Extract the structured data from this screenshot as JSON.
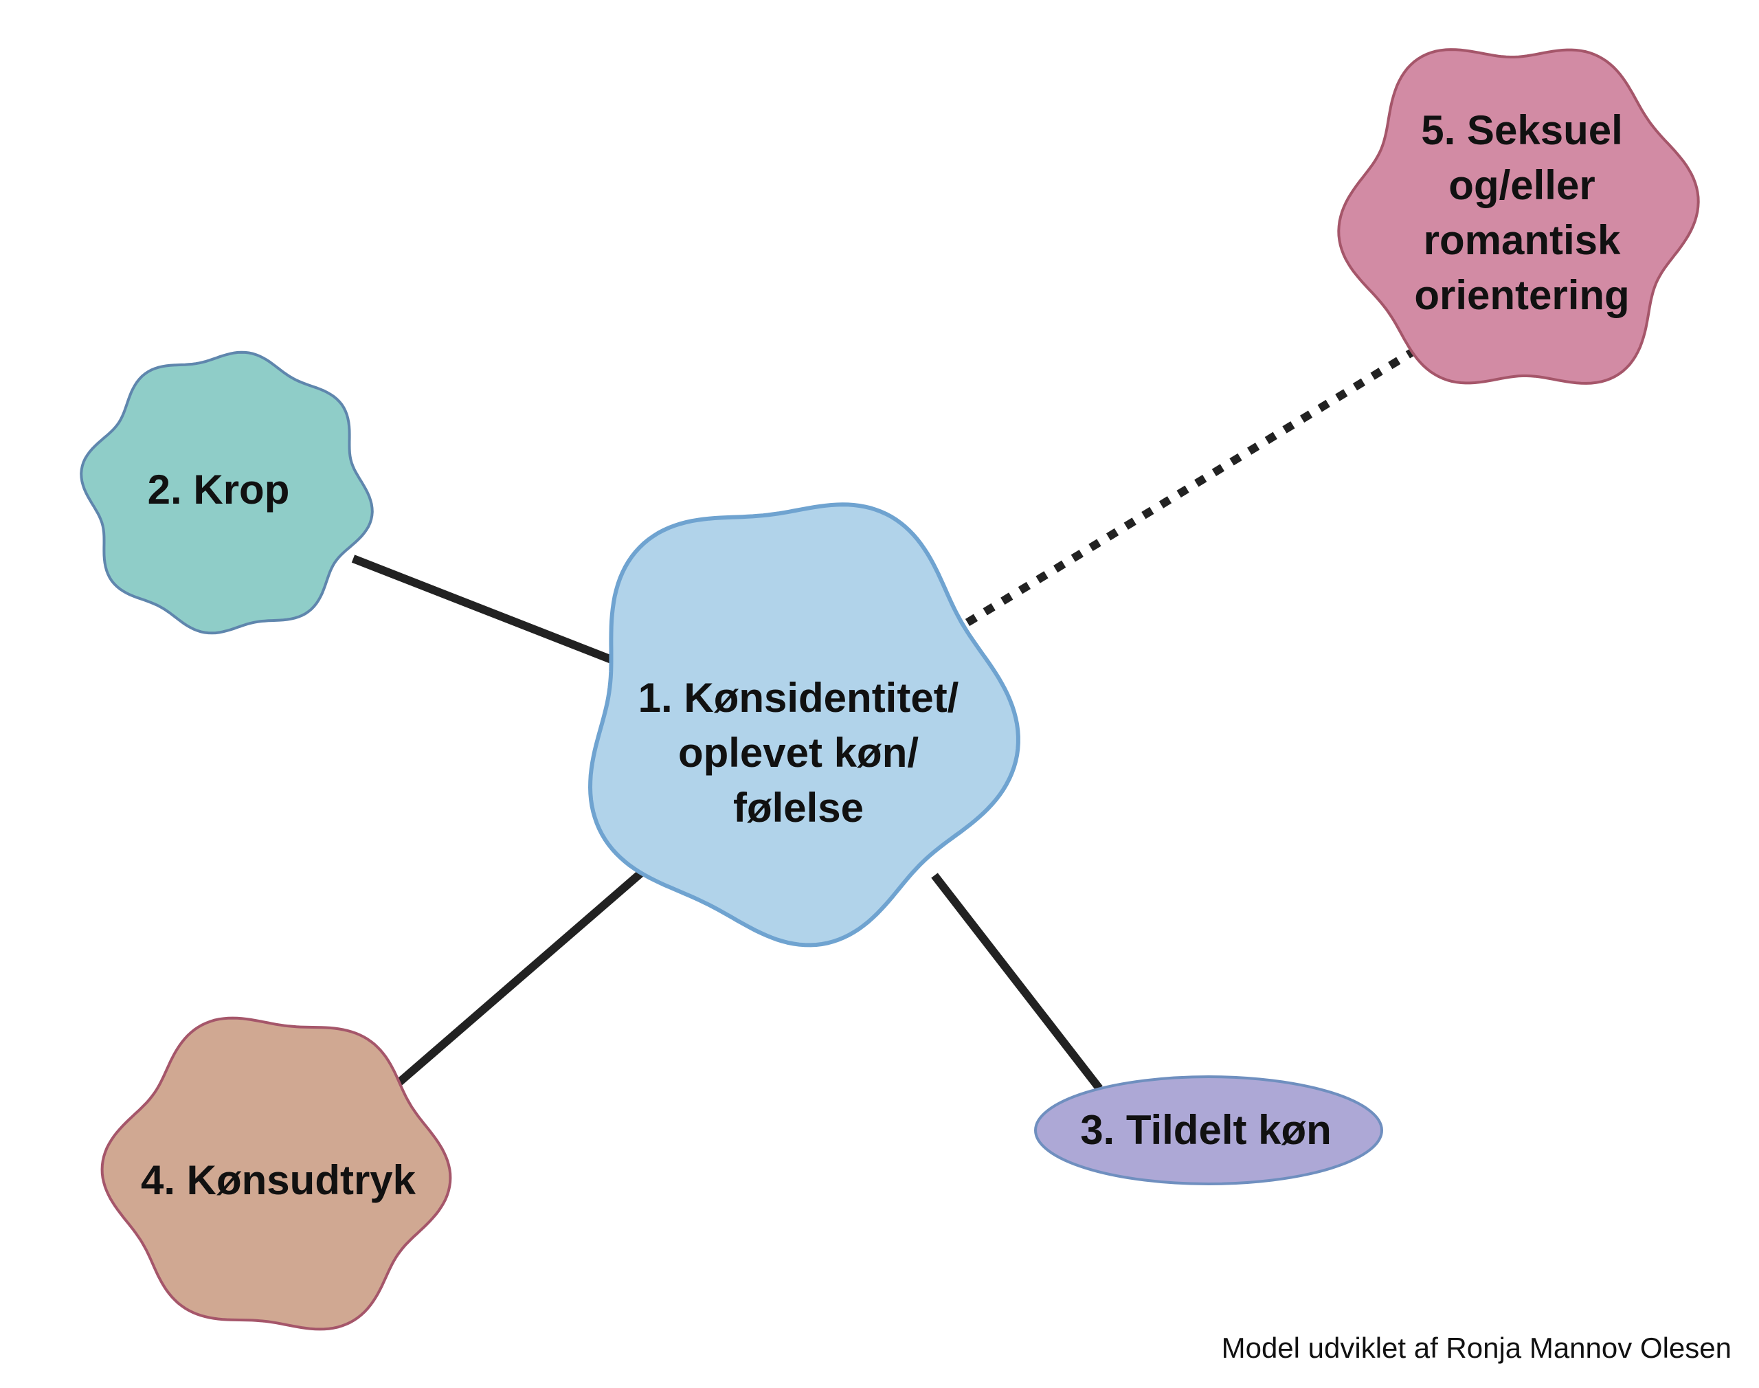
{
  "nodes": {
    "n1": {
      "label_lines": [
        "1. Kønsidentitet/",
        "oplevet køn/",
        "følelse"
      ],
      "fill": "#b1d3ea",
      "stroke": "#6fa3d0"
    },
    "n2": {
      "label": "2. Krop",
      "fill": "#8fcdc8",
      "stroke": "#5f86ad"
    },
    "n3": {
      "label": "3. Tildelt køn",
      "fill": "#ada8d6",
      "stroke": "#6f8fbf"
    },
    "n4": {
      "label": "4. Kønsudtryk",
      "fill": "#d0a892",
      "stroke": "#a5566a"
    },
    "n5": {
      "label_lines": [
        "5. Seksuel",
        "og/eller",
        "romantisk",
        "orientering"
      ],
      "fill": "#d28ba4",
      "stroke": "#a5566a"
    }
  },
  "edges": [
    {
      "from": "n1",
      "to": "n2",
      "style": "solid"
    },
    {
      "from": "n1",
      "to": "n4",
      "style": "solid"
    },
    {
      "from": "n1",
      "to": "n3",
      "style": "solid"
    },
    {
      "from": "n1",
      "to": "n5",
      "style": "dotted"
    }
  ],
  "caption": "Model udviklet af Ronja Mannov Olesen",
  "line_color": "#222222"
}
